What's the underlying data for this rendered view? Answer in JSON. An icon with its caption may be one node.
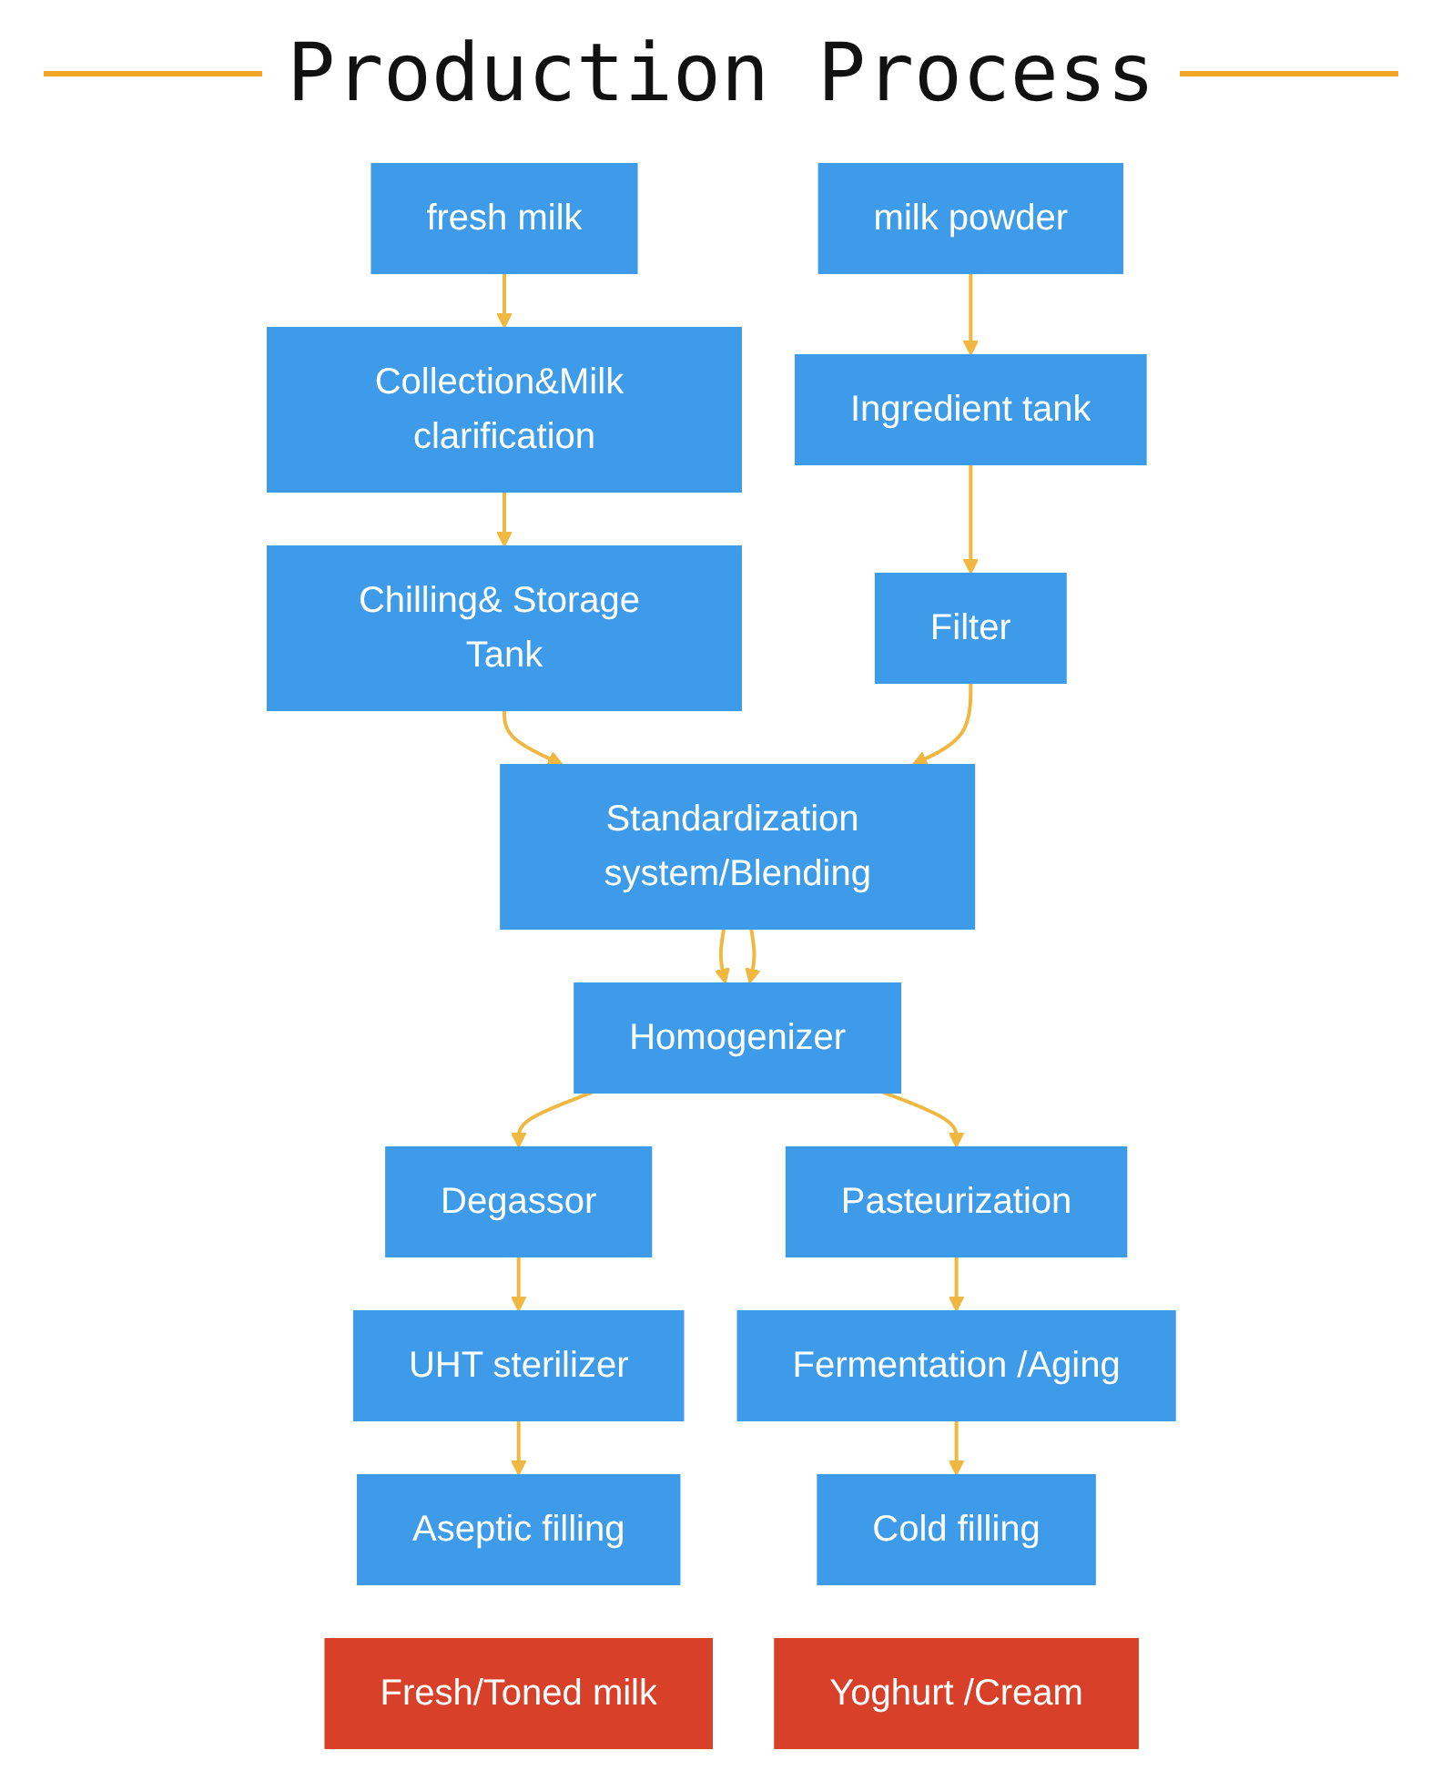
{
  "diagram": {
    "title": "Production Process",
    "nodes": [
      {
        "text": [
          "fresh milk"
        ]
      },
      {
        "text": [
          "milk powder"
        ]
      },
      {
        "text": [
          "Collection&Milk clarification"
        ]
      },
      {
        "text": [
          "Ingredient tank"
        ]
      },
      {
        "text": [
          "Chilling& Storage Tank"
        ]
      },
      {
        "text": [
          "Filter"
        ]
      },
      {
        "text": [
          "Standardization system/Blending"
        ]
      },
      {
        "text": [
          "Homogenizer"
        ]
      },
      {
        "text": [
          "Degassor"
        ]
      },
      {
        "text": [
          "Pasteurization"
        ]
      },
      {
        "text": [
          "UHT sterilizer"
        ]
      },
      {
        "text": [
          "Fermentation /Aging"
        ]
      },
      {
        "text": [
          "Aseptic filling"
        ]
      },
      {
        "text": [
          "Cold filling"
        ]
      },
      {
        "text": [
          "Fresh/Toned milk"
        ]
      },
      {
        "text": [
          "Yoghurt /Cream"
        ]
      }
    ],
    "edges": [
      {
        "from": 0,
        "to": 2,
        "arrow": "to"
      },
      {
        "from": 1,
        "to": 3,
        "arrow": "to"
      },
      {
        "from": 2,
        "to": 4,
        "arrow": "to"
      },
      {
        "from": 3,
        "to": 5,
        "arrow": "to"
      },
      {
        "from": 4,
        "to": 6,
        "arrow": "to"
      },
      {
        "from": 5,
        "to": 6,
        "arrow": "to"
      },
      {
        "from": 6,
        "to": 7,
        "arrow": "to"
      },
      {
        "from": 6,
        "to": 7,
        "arrow": "to"
      },
      {
        "from": 7,
        "to": 8,
        "arrow": "to"
      },
      {
        "from": 7,
        "to": 9,
        "arrow": "to"
      },
      {
        "from": 8,
        "to": 10,
        "arrow": "to"
      },
      {
        "from": 9,
        "to": 11,
        "arrow": "to"
      },
      {
        "from": 10,
        "to": 12,
        "arrow": "to"
      },
      {
        "from": 11,
        "to": 13,
        "arrow": "to"
      }
    ]
  }
}
